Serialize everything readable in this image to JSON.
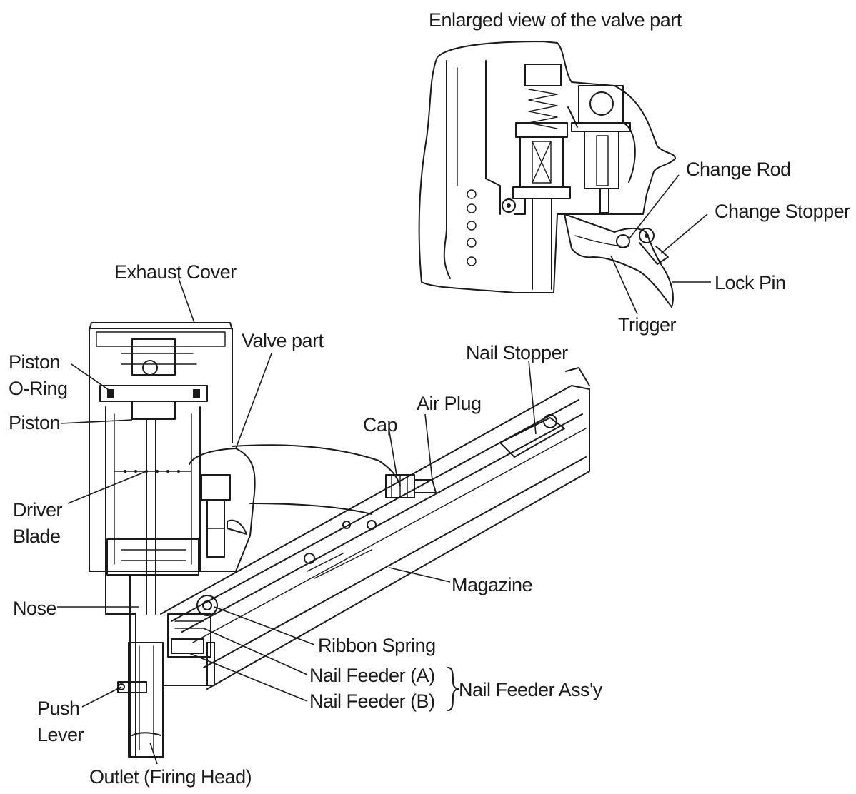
{
  "diagram": {
    "labels": {
      "enlarged_view": "Enlarged view of the valve part",
      "change_rod": "Change Rod",
      "change_stopper": "Change Stopper",
      "lock_pin": "Lock Pin",
      "trigger": "Trigger",
      "exhaust_cover": "Exhaust Cover",
      "valve_part": "Valve part",
      "nail_stopper": "Nail Stopper",
      "piston_line1": "Piston",
      "piston_line2": "O-Ring",
      "piston": "Piston",
      "air_plug": "Air Plug",
      "cap": "Cap",
      "driver_line1": "Driver",
      "driver_line2": "Blade",
      "magazine": "Magazine",
      "nose": "Nose",
      "ribbon_spring": "Ribbon Spring",
      "nail_feeder_a": "Nail Feeder (A)",
      "nail_feeder_b": "Nail Feeder (B)",
      "nail_feeder_assy": "Nail Feeder Ass'y",
      "push_line1": "Push",
      "push_line2": "Lever",
      "outlet": "Outlet (Firing Head)"
    }
  }
}
